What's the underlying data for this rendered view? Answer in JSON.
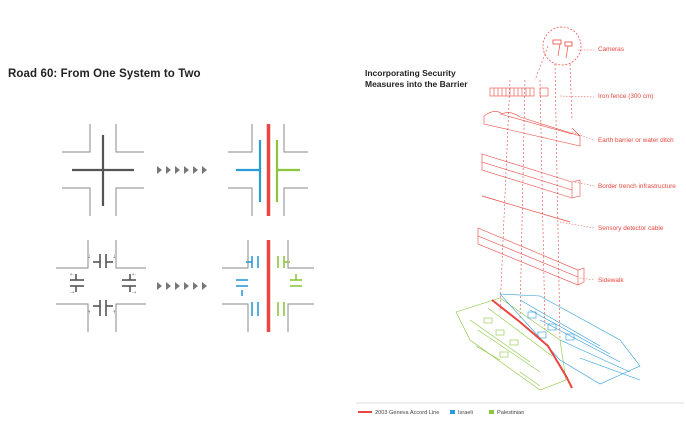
{
  "left": {
    "title": "Road 60: From One System to Two"
  },
  "right": {
    "title_line1": "Incorporating Security",
    "title_line2": "Measures into the Barrier",
    "layers": [
      "Cameras",
      "Iron fence (300 cm)",
      "Earth barrier or water ditch",
      "Border trench infrastructure",
      "Sensory detector cable",
      "Sidewalk"
    ]
  },
  "legend": {
    "items": [
      {
        "label": "2003 Geneva Accord Line",
        "color": "#e8473f"
      },
      {
        "label": "Israeli",
        "color": "#2b9bd8"
      },
      {
        "label": "Palestinian",
        "color": "#8cc63f"
      }
    ]
  },
  "colors": {
    "road": "#7a7a7a",
    "accent": "#e8473f",
    "israeli": "#2b9bd8",
    "palestinian": "#8cc63f"
  }
}
